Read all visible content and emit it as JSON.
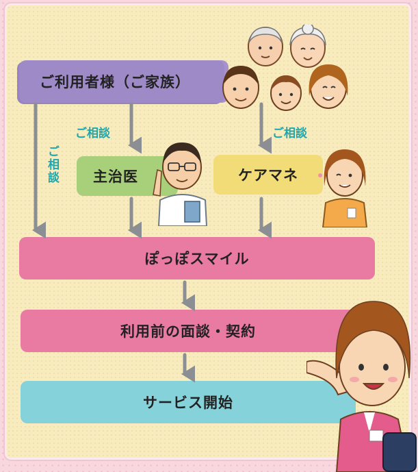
{
  "nodes": {
    "family": "ご利用者様（ご家族）",
    "doctor": "主治医",
    "care_manager": "ケアマネ",
    "poppo_smile": "ぽっぽスマイル",
    "interview_contract": "利用前の面談・契約",
    "service_start": "サービス開始"
  },
  "edge_labels": {
    "consult_left": "ご相談",
    "consult_right": "ご相談",
    "consult_vertical": "ご相談"
  },
  "colors": {
    "family_band": "#9e8ac6",
    "doctor_band": "#a8d07a",
    "care_manager_band": "#f2dc78",
    "poppo_band": "#e97aa2",
    "contract_band": "#e97aa2",
    "start_band": "#86d2db",
    "arrow": "#8b8f93",
    "consult_text": "#1fa7ad",
    "card_bg": "#f8ebbd",
    "outer_bg": "#f8d7de"
  },
  "illustrations": [
    "elderly-couple-icon",
    "family-icon",
    "doctor-icon",
    "care-manager-icon",
    "staff-guide-icon"
  ]
}
